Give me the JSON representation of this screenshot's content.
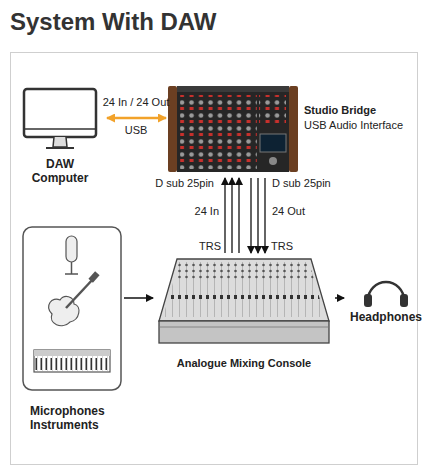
{
  "diagram": {
    "title": "System With DAW",
    "nodes": [
      {
        "text": [
          "DAW Computer"
        ]
      },
      {
        "text": [
          "Studio Bridge",
          "USB Audio Interface"
        ]
      },
      {
        "text": [
          "Microphones Instruments"
        ]
      },
      {
        "text": [
          "Analogue Mixing Console"
        ]
      },
      {
        "text": [
          "Headphones"
        ]
      }
    ],
    "edges": [
      {
        "from": 0,
        "to": 1,
        "label": "24 In / 24 Out",
        "arrow": "both"
      },
      {
        "from": 3,
        "to": 1,
        "label": "24 In",
        "arrow": "to"
      },
      {
        "from": 1,
        "to": 3,
        "label": "24 Out",
        "arrow": "to"
      },
      {
        "from": 2,
        "to": 3,
        "arrow": "to"
      },
      {
        "from": 3,
        "to": 4,
        "arrow": "to"
      }
    ],
    "labels": [
      "USB",
      "D sub 25pin",
      "D sub 25pin",
      "TRS",
      "TRS"
    ]
  }
}
